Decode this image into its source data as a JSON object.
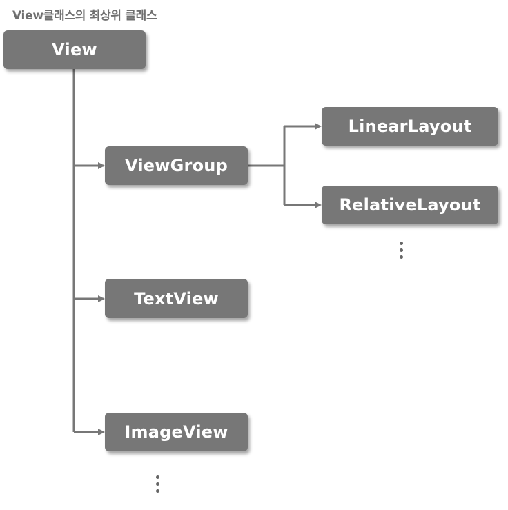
{
  "caption": "View클래스의 최상위 클래스",
  "nodes": {
    "view": "View",
    "viewgroup": "ViewGroup",
    "textview": "TextView",
    "imageview": "ImageView",
    "linearlayout": "LinearLayout",
    "relativelayout": "RelativeLayout"
  },
  "colors": {
    "node_fill": "#777777",
    "node_text": "#ffffff",
    "connector": "#777777",
    "caption": "#6f6f6f"
  }
}
